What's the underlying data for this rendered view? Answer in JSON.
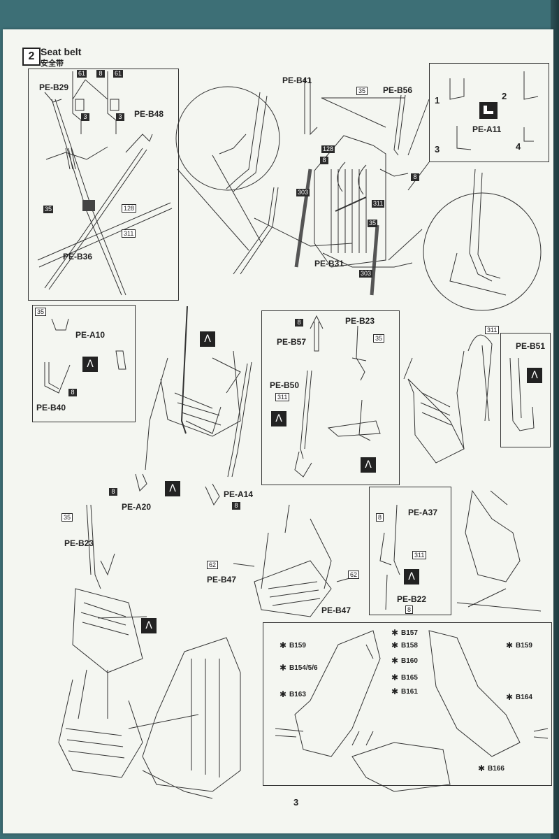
{
  "step": {
    "number": "2",
    "title_en": "Seat belt",
    "title_cn": "安全带"
  },
  "page_number": "3",
  "parts": {
    "pe_b29": "PE-B29",
    "pe_b48": "PE-B48",
    "pe_b36": "PE-B36",
    "pe_b41": "PE-B41",
    "pe_b56": "PE-B56",
    "pe_b31": "PE-B31",
    "pe_a11": "PE-A11",
    "pe_a10": "PE-A10",
    "pe_b40": "PE-B40",
    "pe_b57": "PE-B57",
    "pe_b23_top": "PE-B23",
    "pe_b50": "PE-B50",
    "pe_b51": "PE-B51",
    "pe_a20": "PE-A20",
    "pe_a14": "PE-A14",
    "pe_b23_left": "PE-B23",
    "pe_b47_left": "PE-B47",
    "pe_b47_right": "PE-B47",
    "pe_a37": "PE-A37",
    "pe_b22": "PE-B22"
  },
  "sub_steps": [
    "1",
    "2",
    "3",
    "4"
  ],
  "callouts": {
    "c61a": "61",
    "c8a": "8",
    "c61b": "61",
    "c3a": "3",
    "c3b": "3",
    "c35a": "35",
    "c128a": "128",
    "c311a": "311",
    "c35b": "35",
    "c128b": "128",
    "c8b": "8",
    "c8c": "8",
    "c303a": "303",
    "c311b": "311",
    "c35c": "35",
    "c303b": "303",
    "c35d": "35",
    "c8d": "8",
    "c8e": "8",
    "c35e": "35",
    "c311c": "311",
    "c311d": "311",
    "c8f": "8",
    "c8g": "8",
    "c35f": "35",
    "c62a": "62",
    "c62b": "62",
    "c8h": "8",
    "c311e": "311",
    "c8i": "8"
  },
  "warning_symbol": "Λ",
  "b_parts": {
    "left": [
      "B159",
      "B154/5/6",
      "B163"
    ],
    "middle": [
      "B157",
      "B158",
      "B160",
      "B165",
      "B161"
    ],
    "right": [
      "B159",
      "B164",
      "B166"
    ]
  }
}
